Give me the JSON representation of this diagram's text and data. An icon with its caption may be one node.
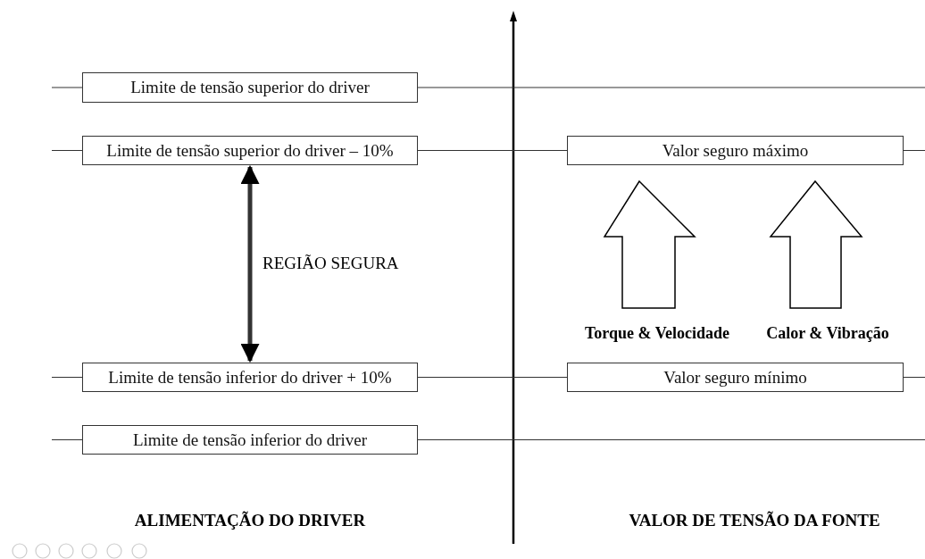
{
  "diagram": {
    "nodes": [
      {
        "text": [
          "Limite de tensão superior do driver"
        ]
      },
      {
        "text": [
          "Limite de tensão superior do driver – 10%"
        ]
      },
      {
        "text": [
          "Limite de tensão inferior do driver + 10%"
        ]
      },
      {
        "text": [
          "Limite de tensão inferior do driver"
        ]
      },
      {
        "text": [
          "Valor seguro máximo"
        ]
      },
      {
        "text": [
          "Valor seguro mínimo"
        ]
      }
    ],
    "edges": [
      {
        "from": null,
        "to": 0,
        "arrow": "none"
      },
      {
        "from": 0,
        "to": null,
        "arrow": "none"
      },
      {
        "from": null,
        "to": 1,
        "arrow": "none"
      },
      {
        "from": 1,
        "to": 4,
        "arrow": "none"
      },
      {
        "from": 4,
        "to": null,
        "arrow": "none"
      },
      {
        "from": null,
        "to": 2,
        "arrow": "none"
      },
      {
        "from": 2,
        "to": 5,
        "arrow": "none"
      },
      {
        "from": 5,
        "to": null,
        "arrow": "none"
      },
      {
        "from": null,
        "to": 3,
        "arrow": "none"
      },
      {
        "from": 3,
        "to": null,
        "arrow": "none"
      },
      {
        "from": 1,
        "to": 2,
        "arrow": "both",
        "style": "thick",
        "label": "REGIÃO SEGURA"
      }
    ],
    "labels": [
      "Torque & Velocidade",
      "Calor & Vibração",
      "ALIMENTAÇÃO DO DRIVER",
      "VALOR DE TENSÃO DA FONTE"
    ]
  }
}
